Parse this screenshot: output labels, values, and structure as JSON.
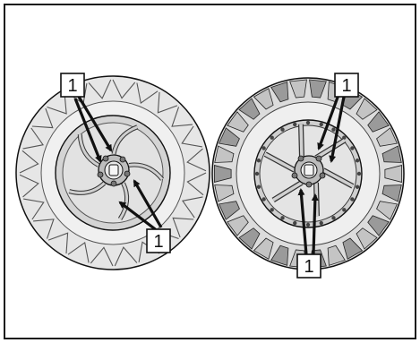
{
  "figure": {
    "callouts": [
      {
        "label": "1"
      },
      {
        "label": "1"
      },
      {
        "label": "1"
      },
      {
        "label": "1"
      }
    ],
    "colors": {
      "tire": "#d9d9d9",
      "tread_dark": "#8a8a8a",
      "rim": "#c8c8c8",
      "line": "#111111"
    }
  }
}
